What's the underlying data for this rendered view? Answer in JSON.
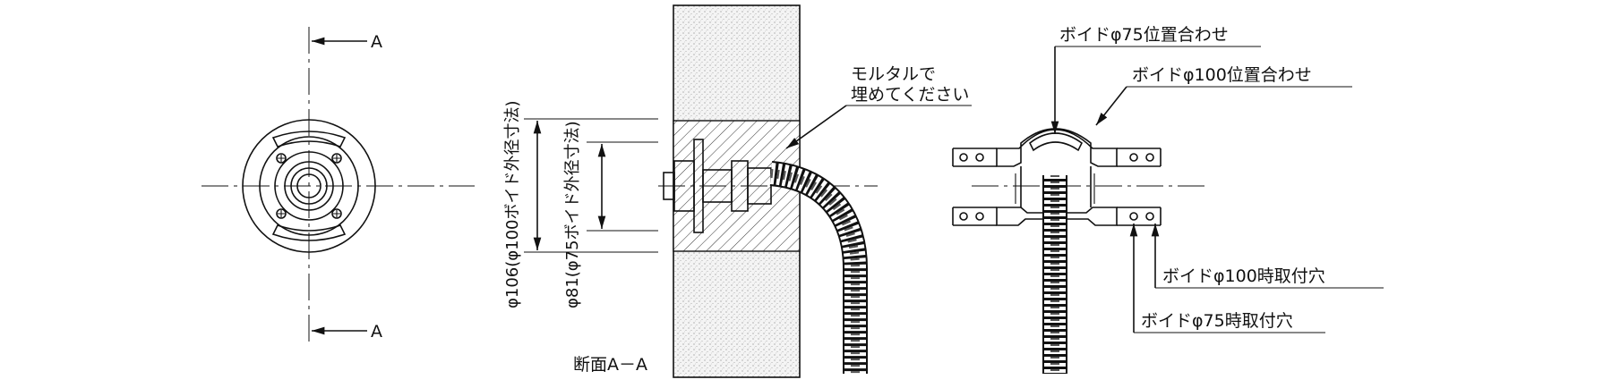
{
  "section_marker": "A",
  "section_title": "断面A－A",
  "dim_outer": "φ106(φ100ボイド外径寸法)",
  "dim_inner": "φ81(φ75ボイド外径寸法)",
  "mortar_note": [
    "モルタルで",
    "埋めてください"
  ],
  "callouts": {
    "void75_align": "ボイドφ75位置合わせ",
    "void100_align": "ボイドφ100位置合わせ",
    "void100_hole": "ボイドφ100時取付穴",
    "void75_hole": "ボイドφ75時取付穴"
  }
}
